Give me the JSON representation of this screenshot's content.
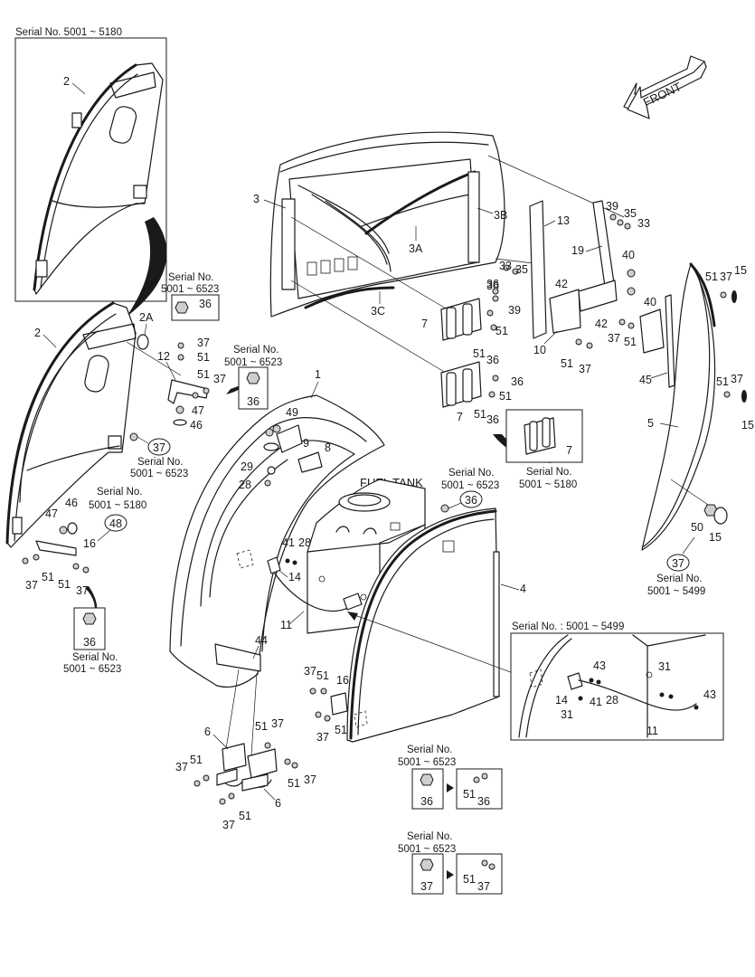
{
  "direction": {
    "label": "FRONT"
  },
  "tank_label": "FUEL TANK",
  "serials": {
    "s5180": "Serial No. 5001 ~ 5180",
    "no": "Serial No.",
    "r6523": "5001 ~ 6523",
    "r5180": "5001 ~ 5180",
    "r5499": "5001 ~ 5499",
    "inset": "Serial No. : 5001 ~ 5499"
  },
  "parts": {
    "p1": "1",
    "p2": "2",
    "p2A": "2A",
    "p3": "3",
    "p3A": "3A",
    "p3B": "3B",
    "p3C": "3C",
    "p4": "4",
    "p5": "5",
    "p6": "6",
    "p7": "7",
    "p8": "8",
    "p9": "9",
    "p10": "10",
    "p11": "11",
    "p12": "12",
    "p13": "13",
    "p14": "14",
    "p15": "15",
    "p16": "16",
    "p19": "19",
    "p28": "28",
    "p29": "29",
    "p31": "31",
    "p33": "33",
    "p35": "35",
    "p36": "36",
    "p37": "37",
    "p39": "39",
    "p40": "40",
    "p41": "41",
    "p42": "42",
    "p43": "43",
    "p44": "44",
    "p45": "45",
    "p46": "46",
    "p47": "47",
    "p48": "48",
    "p49": "49",
    "p50": "50",
    "p51": "51"
  },
  "colors": {
    "ink": "#1a1a1a",
    "paper": "#ffffff",
    "shade": "#cfcfcf"
  },
  "icons": [
    "arrow-right-icon",
    "nut-icon",
    "bolt-icon",
    "washer-icon"
  ]
}
